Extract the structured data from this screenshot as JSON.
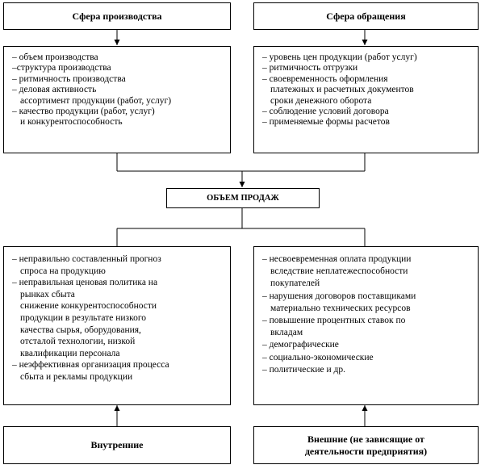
{
  "top": {
    "left_title": "Сфера производства",
    "right_title": "Сфера обращения"
  },
  "production_factors": [
    "– объем производства",
    "–структура производства",
    "– ритмичность производства",
    "– деловая активность",
    "ассортимент продукции (работ, услуг)",
    "– качество продукции (работ, услуг)",
    "и конкурентоспособность"
  ],
  "circulation_factors": [
    "– уровень цен продукции (работ услуг)",
    "– ритмичность отгрузки",
    "– своевременность оформления",
    "платежных и расчетных документов",
    "сроки денежного оборота",
    "– соблюдение условий договора",
    "– применяемые формы расчетов"
  ],
  "center": {
    "label": "ОБЪЕМ ПРОДАЖ"
  },
  "internal_factors": [
    "– неправильно составленный прогноз",
    "спроса на продукцию",
    "– неправильная ценовая политика на",
    "рынках сбыта",
    "снижение конкурентоспособности",
    "продукции в результате низкого",
    "качества сырья, оборудования,",
    "отсталой технологии, низкой",
    "квалификации персонала",
    "– неэффективная организация процесса",
    "сбыта и рекламы продукции"
  ],
  "external_factors": [
    "– несвоевременная оплата продукции",
    "вследствие неплатежеспособности",
    "покупателей",
    "– нарушения договоров поставщиками",
    "материально технических ресурсов",
    "– повышение процентных ставок по",
    "вкладам",
    "– демографические",
    "– социально-экономические",
    "– политические и др."
  ],
  "bottom": {
    "left_title": "Внутренние",
    "right_title": "Внешние (не зависящие от деятельности предприятия)"
  }
}
